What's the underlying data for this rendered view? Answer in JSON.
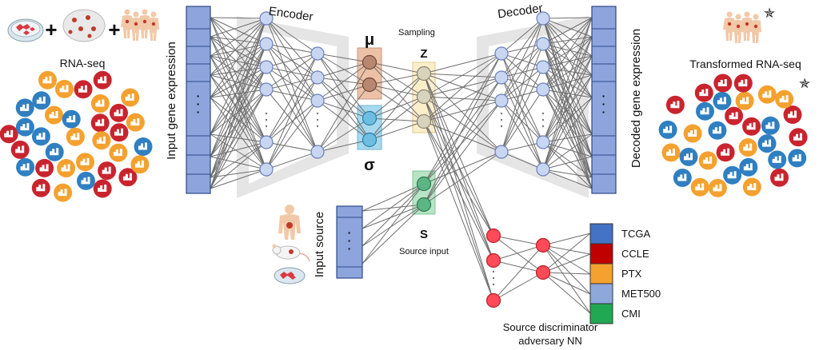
{
  "labels": {
    "encoder": "Encoder",
    "decoder": "Decoder",
    "sampling": "Sampling",
    "mu": "μ",
    "sigma": "σ",
    "z": "Z",
    "s": "S",
    "source_input": "Source input",
    "rna_seq": "RNA-seq",
    "transformed_rna_seq": "Transformed RNA-seq",
    "input_gene_expression": "Input gene expression",
    "decoded_gene_expression": "Decoded gene expression",
    "input_source": "Input source",
    "discriminator_line1": "Source discriminator",
    "discriminator_line2": "adversary NN",
    "plus": "+",
    "dots": "·  ·  ·"
  },
  "legend": [
    {
      "label": "TCGA",
      "color": "#4472c4"
    },
    {
      "label": "CCLE",
      "color": "#c00000"
    },
    {
      "label": "PTX",
      "color": "#f4a12f"
    },
    {
      "label": "MET500",
      "color": "#8fa8dc"
    },
    {
      "label": "CMI",
      "color": "#21a852"
    }
  ],
  "colors": {
    "bar_fill": "#8da4dd",
    "bar_stroke": "#2f4a8a",
    "node_fill": "#c8d6f2",
    "node_stroke": "#6a7fb8",
    "edge": "#6e6e6e",
    "mu_box": "#ecc1a6",
    "sigma_box": "#a6d9ee",
    "z_box": "#fbeecb",
    "s_box": "#b8e3c5",
    "red_node": "#ff4b57",
    "funnel": "#e5e5e5"
  },
  "icons": {
    "cell_dish": "petri-dish-icon",
    "tissue": "cell-cluster-icon",
    "patients": "patients-icon",
    "human": "human-body-icon",
    "mouse": "mouse-icon",
    "star": "star-icon"
  }
}
